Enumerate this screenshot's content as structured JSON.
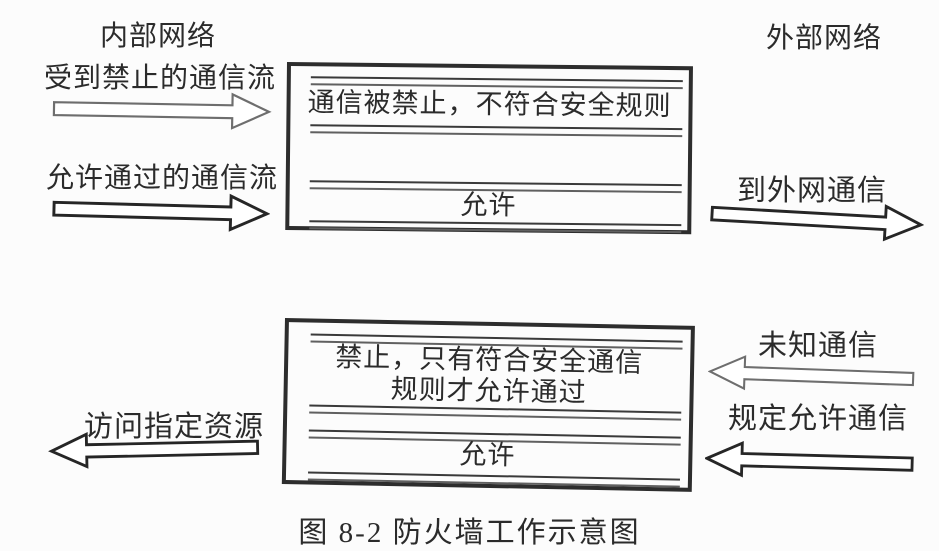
{
  "figure": {
    "caption": "图 8-2 防火墙工作示意图"
  },
  "labels": {
    "internal_network": "内部网络",
    "external_network": "外部网络",
    "blocked_traffic": "受到禁止的通信流",
    "allowed_traffic": "允许通过的通信流",
    "to_external": "到外网通信",
    "unknown_traffic": "未知通信",
    "allowed_by_rule": "规定允许通信",
    "access_resources": "访问指定资源"
  },
  "firewall_top": {
    "rule_text": "通信被禁止，不符合安全规则",
    "allow_text": "允许"
  },
  "firewall_bottom": {
    "rule_line1": "禁止，只有符合安全通信",
    "rule_line2": "规则才允许通过",
    "allow_text": "允许"
  },
  "colors": {
    "ink": "#2b2b2b",
    "box_border": "#2d2d2d",
    "arrow_dark": "#262626",
    "arrow_light": "#6e6e6e",
    "arrow_fill": "#ffffff",
    "paper": "#fcfcfc"
  }
}
